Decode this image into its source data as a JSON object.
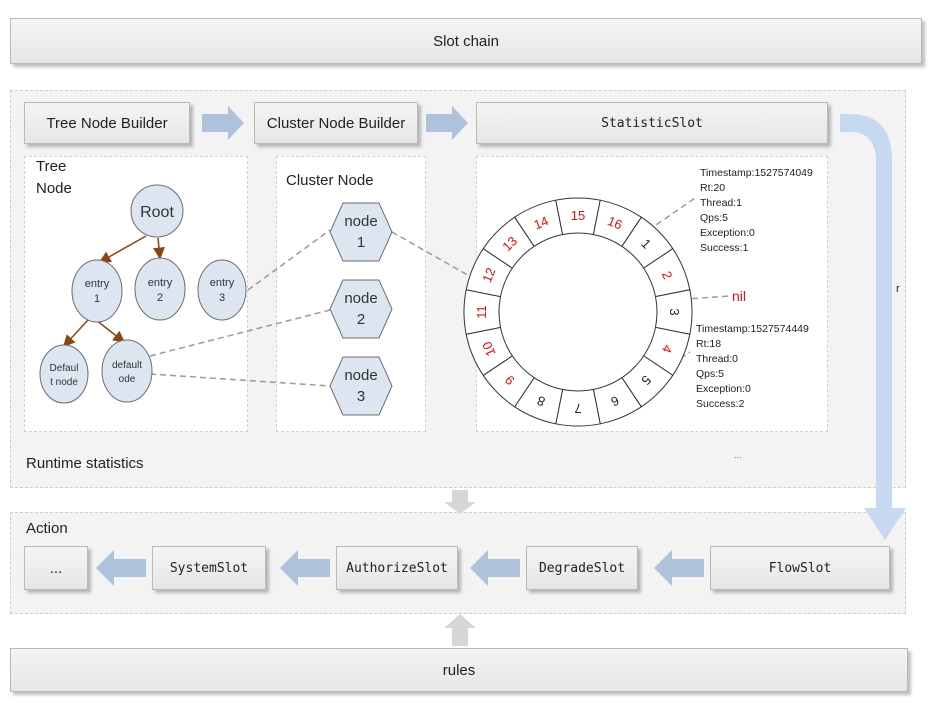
{
  "header": {
    "title": "Slot chain"
  },
  "footer": {
    "title": "rules"
  },
  "runtime": {
    "label": "Runtime statistics",
    "tree_node_builder": "Tree Node Builder",
    "cluster_node_builder": "Cluster Node Builder",
    "statistic_slot": "StatisticSlot",
    "tree_panel": {
      "title_line1": "Tree",
      "title_line2": "Node",
      "root": "Root",
      "entry1": [
        "entry",
        "1"
      ],
      "entry2": [
        "entry",
        "2"
      ],
      "entry3": [
        "entry",
        "3"
      ],
      "default1": [
        "Defaul",
        "t node"
      ],
      "default2": [
        "default",
        "ode"
      ]
    },
    "cluster_panel": {
      "title": "Cluster Node",
      "nodes": [
        [
          "node",
          "1"
        ],
        [
          "node",
          "2"
        ],
        [
          "node",
          "3"
        ]
      ]
    },
    "ring": {
      "buckets": [
        "1",
        "2",
        "3",
        "4",
        "5",
        "6",
        "7",
        "8",
        "9",
        "10",
        "11",
        "12",
        "13",
        "14",
        "15",
        "16"
      ],
      "red_buckets": [
        "2",
        "4",
        "9",
        "10",
        "11",
        "12",
        "13",
        "14",
        "15",
        "16"
      ],
      "nil_label": "nil",
      "info_top": [
        "Timestamp:1527574049",
        "Rt:20",
        "Thread:1",
        "Qps:5",
        "Exception:0",
        "Success:1"
      ],
      "info_bottom": [
        "Timestamp:1527574449",
        "Rt:18",
        "Thread:0",
        "Qps:5",
        "Exception:0",
        "Success:2"
      ]
    },
    "side_letter": "r",
    "dots": "..."
  },
  "action": {
    "label": "Action",
    "ellipsis": "...",
    "system_slot": "SystemSlot",
    "authorize_slot": "AuthorizeSlot",
    "degrade_slot": "DegradeSlot",
    "flow_slot": "FlowSlot"
  },
  "colors": {
    "arrow": "#aec2dc",
    "big_arrow": "#c6d9f1",
    "node_fill": "#dde5f1",
    "node_stroke": "#6d6d6d",
    "tree_edge": "#8b4513",
    "red_text": "#e01010",
    "dashed": "#9a9a9a"
  }
}
